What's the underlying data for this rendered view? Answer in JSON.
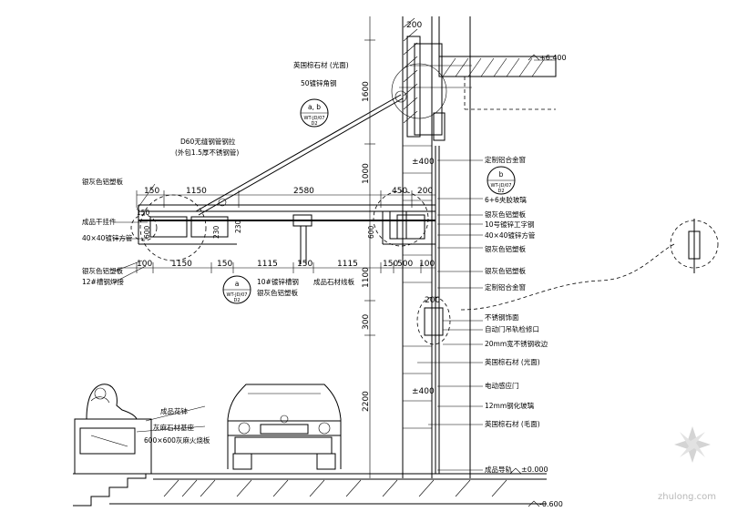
{
  "dimensions": {
    "top_row": [
      "150",
      "1150",
      "2580",
      "450",
      "200"
    ],
    "bottom_row": [
      "100",
      "1150",
      "150",
      "1115",
      "150",
      "1115",
      "150",
      "500",
      "100"
    ],
    "small_labels": [
      "150",
      "230",
      "230",
      "600",
      "600"
    ],
    "vertical": [
      "200",
      "1600",
      "1000",
      "1100",
      "300",
      "2200"
    ],
    "marks": [
      "±400",
      "±400",
      "200"
    ]
  },
  "levels": {
    "top": "+6.400",
    "ground": "±0.000",
    "basement": "-0.600"
  },
  "detail_bubbles": {
    "ab": {
      "letter": "a, b",
      "ref": "WT-JD/07",
      "sub": "D2"
    },
    "b": {
      "letter": "b",
      "ref": "WT-JD/07",
      "sub": "D2"
    },
    "a": {
      "letter": "a",
      "ref": "WT-JD/07",
      "sub": "D2"
    }
  },
  "left_annotations": {
    "rod": "D60无缝钢管钢拉",
    "rod_sub": "(外包1.5厚不锈钢管)",
    "panel_top": "银灰色铝塑板",
    "fitting": "成品干挂件",
    "square_tube": "40×40镀锌方管",
    "panel_bottom": "银灰色铝塑板",
    "steel": "12#槽钢焊接",
    "bottom_a": "10#镀锌槽钢",
    "bottom_b": "银灰色铝塑板",
    "bottom_c": "成品石材线板"
  },
  "right_annotations": [
    "英国棕石材 (光面)",
    "50镀锌角钢",
    "定制铝合金窗",
    "6+6夹胶玻璃",
    "银灰色铝塑板",
    "10号镀锌工字钢",
    "40×40镀锌方管",
    "银灰色铝塑板",
    "银灰色铝塑板",
    "定制铝合金窗",
    "不锈钢饰面",
    "自动门吊轨检修口",
    "20mm宽不锈钢收边",
    "英国棕石材 (光面)",
    "电动感应门",
    "12mm钢化玻璃",
    "英国棕石材 (毛面)",
    "成品导轨"
  ],
  "ground_annotations": {
    "pot": "成品花钵",
    "stone": "灰麻石材基座",
    "plinth": "600×600灰麻火烧板"
  },
  "watermark": "zhulong.com"
}
